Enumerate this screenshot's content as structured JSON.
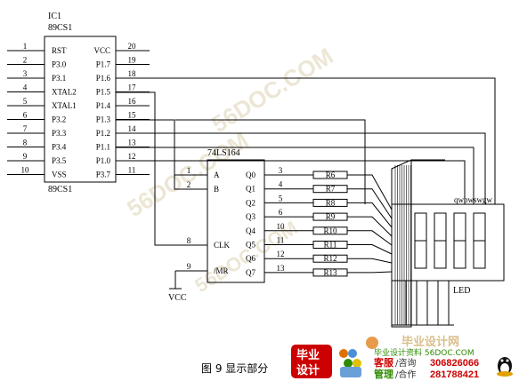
{
  "ic1": {
    "ref": "IC1",
    "part_top": "89CS1",
    "part_bottom": "89CS1",
    "left_pins": [
      {
        "num": "1",
        "name": "RST"
      },
      {
        "num": "2",
        "name": "P3.0"
      },
      {
        "num": "3",
        "name": "P3.1"
      },
      {
        "num": "4",
        "name": "XTAL2"
      },
      {
        "num": "5",
        "name": "XTAL1"
      },
      {
        "num": "6",
        "name": "P3.2"
      },
      {
        "num": "7",
        "name": "P3.3"
      },
      {
        "num": "8",
        "name": "P3.4"
      },
      {
        "num": "9",
        "name": "P3.5"
      },
      {
        "num": "10",
        "name": "VSS"
      }
    ],
    "right_pins": [
      {
        "num": "20",
        "name": "VCC"
      },
      {
        "num": "19",
        "name": "P1.7"
      },
      {
        "num": "18",
        "name": "P1.6"
      },
      {
        "num": "17",
        "name": "P1.5"
      },
      {
        "num": "16",
        "name": "P1.4"
      },
      {
        "num": "15",
        "name": "P1.3"
      },
      {
        "num": "14",
        "name": "P1.2"
      },
      {
        "num": "13",
        "name": "P1.1"
      },
      {
        "num": "12",
        "name": "P1.0"
      },
      {
        "num": "11",
        "name": "P3.7"
      }
    ]
  },
  "shift_register": {
    "part": "74LS164",
    "input_pins": [
      {
        "num": "1",
        "name": "A"
      },
      {
        "num": "2",
        "name": "B"
      },
      {
        "num": "8",
        "name": "CLK"
      },
      {
        "num": "9",
        "name": "/MR"
      }
    ],
    "outputs": [
      {
        "name": "Q0",
        "num": "3",
        "res": "R6"
      },
      {
        "name": "Q1",
        "num": "4",
        "res": "R7"
      },
      {
        "name": "Q2",
        "num": "5",
        "res": "R8"
      },
      {
        "name": "Q3",
        "num": "6",
        "res": "R9"
      },
      {
        "name": "Q4",
        "num": "10",
        "res": "R10"
      },
      {
        "name": "Q5",
        "num": "11",
        "res": "R11"
      },
      {
        "name": "Q6",
        "num": "12",
        "res": "R12"
      },
      {
        "name": "Q7",
        "num": "13",
        "res": "R13"
      }
    ]
  },
  "vcc_label": "VCC",
  "led": {
    "label": "LED",
    "digit_labels": "qwbwswgw"
  },
  "caption": "图 9 显示部分",
  "watermark": {
    "logo_top": "毕业",
    "logo_bottom": "设计",
    "site_title": "毕业设计网",
    "site_sub": "毕业设计资料 56DOC.COM",
    "kefu_label": "客服",
    "kefu_suffix": "/咨询",
    "kefu_qq": "306826066",
    "guanli_label": "管理",
    "guanli_suffix": "/合作",
    "guanli_qq": "281788421",
    "diagonal": "56DOC.COM",
    "colors": {
      "red": "#cc0000",
      "green": "#2e8b00",
      "orange": "#e07000",
      "faint": "#d8cfb0"
    }
  }
}
